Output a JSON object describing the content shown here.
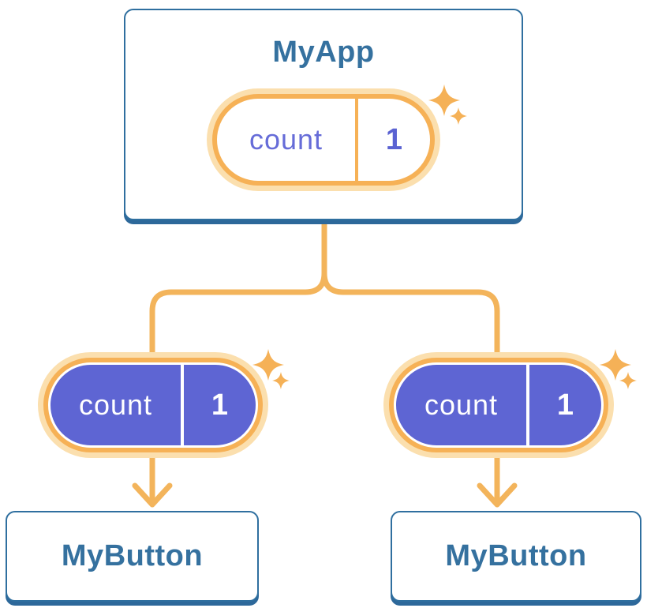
{
  "diagram": {
    "type": "component-tree",
    "root": {
      "title": "MyApp",
      "state": {
        "name": "count",
        "value": "1"
      }
    },
    "children": [
      {
        "title": "MyButton",
        "state": {
          "name": "count",
          "value": "1"
        }
      },
      {
        "title": "MyButton",
        "state": {
          "name": "count",
          "value": "1"
        }
      }
    ],
    "icons": {
      "sparkle": "four-point-sparkle"
    },
    "colors": {
      "background": "#ffffff",
      "card_border": "#2f6f9f",
      "card_shadow": "#2d689a",
      "card_text": "#35719f",
      "connector": "#f3b45b",
      "pill_halo": "#fbdfae",
      "pill_ring": "#f6b156",
      "pill_fill_purple": "#5e65d3",
      "pill_fill_white": "#ffffff",
      "pill_text_purple": "#666cd8",
      "pill_value_purple": "#5a62d2",
      "pill_text_white": "#ffffff",
      "sparkle": "#f5b157"
    }
  }
}
